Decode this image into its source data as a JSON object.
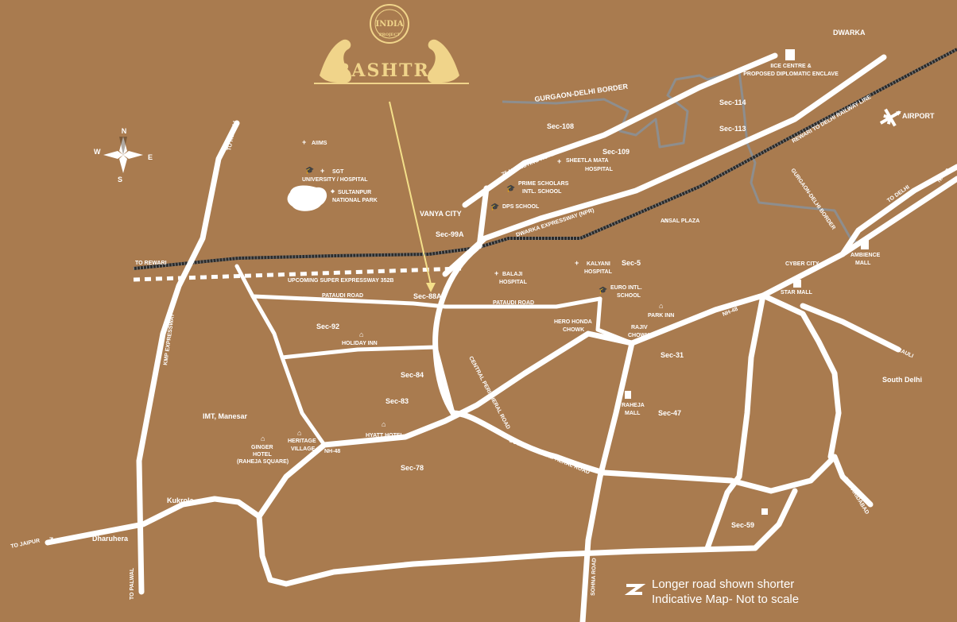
{
  "brand": {
    "badge_text": "INDIA",
    "badge_sub": "PROJECT",
    "name": "RASHTRA"
  },
  "compass": {
    "n": "N",
    "s": "S",
    "e": "E",
    "w": "W"
  },
  "legend": {
    "line1": "Longer road shown shorter",
    "line2": "Indicative Map- Not to scale"
  },
  "colors": {
    "background": "#a97b4f",
    "road": "#ffffff",
    "border": "#8e8e8e",
    "rail": "#2b2b2b",
    "brand_gold": "#f0d48a",
    "pointer": "#f4e08a"
  },
  "roads": {
    "to_kundli": "TO KUNDLI",
    "to_rewari": "TO REWARI",
    "kmp_expressway": "KMP EXPRESSWAY",
    "upcoming_expressway": "UPCOMING SUPER EXPRESSWAY 352B",
    "pataudi_road_1": "PATAUDI ROAD",
    "pataudi_road_2": "PATAUDI ROAD",
    "existing_road": "75 M EXISTING ROAD",
    "dwarka_expressway": "DWARKA EXPRESSWAY (NPR)",
    "railway_line": "REWARI TO DELHI RAILWAY LINE",
    "border_1": "GURGAON-DELHI BORDER",
    "border_2": "GURGAON-DELHI BORDER",
    "to_delhi": "TO DELHI",
    "nh48_top": "NH-48",
    "nh48_mid": "NH-48",
    "nh48_left": "NH-48",
    "to_mehrauli": "TO MEHRAULI",
    "to_faridabad": "TO FARIDABAD",
    "central_peripheral": "CENTRAL PERIPHERAL ROAD",
    "southern_peripheral": "SOUTHERN PERIPHERAL ROAD",
    "sohna_road": "SOHNA ROAD",
    "to_jaipur": "TO JAIPUR",
    "to_palwal": "TO PALWAL"
  },
  "places": {
    "dwarka": "DWARKA",
    "iice": "IICE CENTRE &",
    "iice_2": "PROPOSED DIPLOMATIC ENCLAVE",
    "airport": "AIRPORT",
    "sec114": "Sec-114",
    "sec113": "Sec-113",
    "sec108": "Sec-108",
    "sec109": "Sec-109",
    "sheetla_1": "SHEETLA MATA",
    "sheetla_2": "HOSPITAL",
    "prime_1": "PRIME SCHOLARS",
    "prime_2": "INTL. SCHOOL",
    "dps": "DPS SCHOOL",
    "vanya": "VANYA CITY",
    "sec99a": "Sec-99A",
    "ansal": "ANSAL PLAZA",
    "ambience_1": "AMBIENCE",
    "ambience_2": "MALL",
    "cyber_city": "CYBER CITY",
    "star_mall": "STAR MALL",
    "aiims": "AIIMS",
    "sgt_1": "SGT",
    "sgt_2": "UNIVERSITY / HOSPITAL",
    "sultanpur_1": "SULTANPUR",
    "sultanpur_2": "NATIONAL PARK",
    "balaji_1": "BALAJI",
    "balaji_2": "HOSPITAL",
    "kalyani_1": "KALYANI",
    "kalyani_2": "HOSPITAL",
    "sec5": "Sec-5",
    "euro_1": "EURO INTL.",
    "euro_2": "SCHOOL",
    "park_inn": "PARK INN",
    "hero_1": "HERO HONDA",
    "hero_2": "CHOWK",
    "rajiv_1": "RAJIV",
    "rajiv_2": "CHOWK",
    "sec88a": "Sec-88A",
    "sec92": "Sec-92",
    "holiday_inn": "HOLIDAY INN",
    "sec84": "Sec-84",
    "sec83": "Sec-83",
    "sec31": "Sec-31",
    "raheja_1": "RAHEJA",
    "raheja_2": "MALL",
    "sec47": "Sec-47",
    "south_delhi": "South Delhi",
    "imt": "IMT, Manesar",
    "ginger_1": "GINGER",
    "ginger_2": "HOTEL",
    "ginger_3": "(RAHEJA SQUARE)",
    "heritage_1": "HERITAGE",
    "heritage_2": "VILLAGE",
    "hyatt": "HYATT HOTEL",
    "sec78": "Sec-78",
    "kukrola": "Kukrola",
    "dharuhera": "Dharuhera",
    "sec59": "Sec-59"
  }
}
